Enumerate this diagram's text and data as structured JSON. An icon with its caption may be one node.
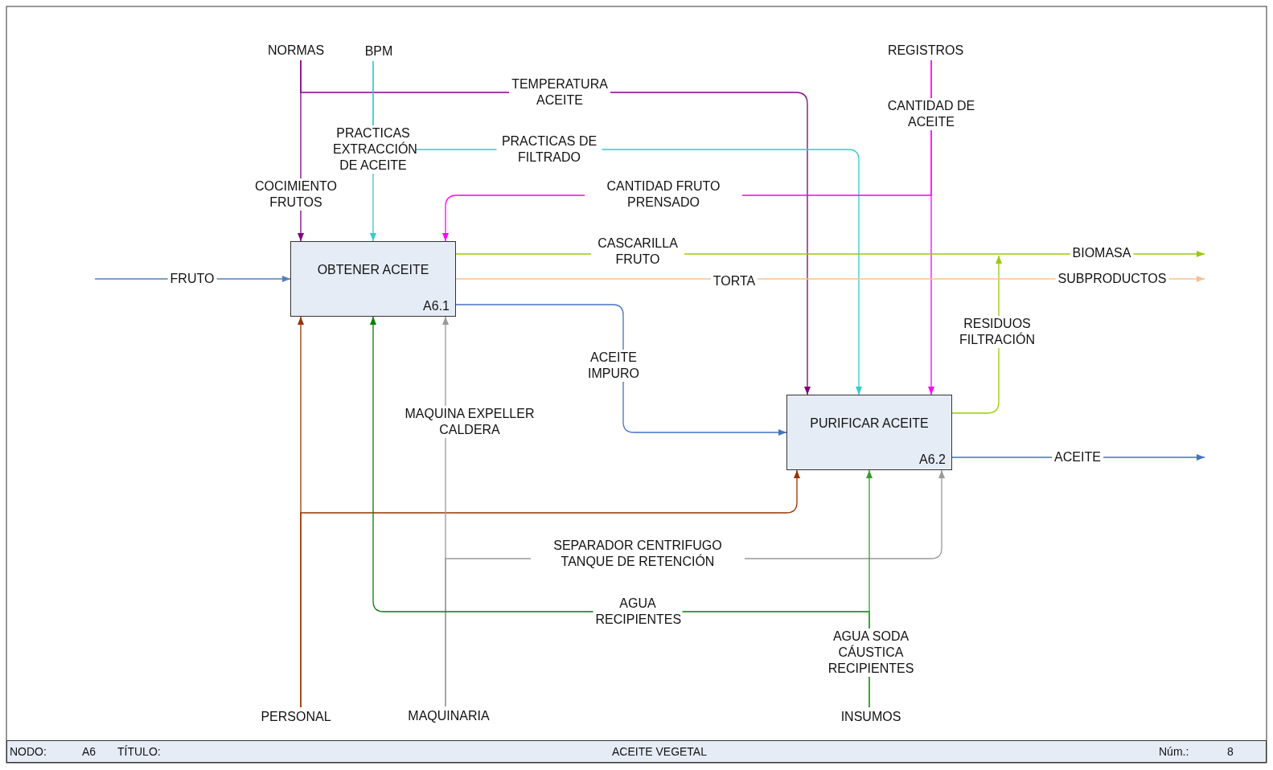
{
  "diagram": {
    "nodes": [
      {
        "text": [
          "OBTENER ACEITE",
          "A6.1"
        ]
      },
      {
        "text": [
          "PURIFICAR ACEITE",
          "A6.2"
        ]
      },
      {
        "text": [
          "NORMAS"
        ]
      },
      {
        "text": [
          "BPM"
        ]
      },
      {
        "text": [
          "REGISTROS"
        ]
      },
      {
        "text": [
          "PERSONAL"
        ]
      },
      {
        "text": [
          "MAQUINARIA"
        ]
      },
      {
        "text": [
          "INSUMOS"
        ]
      }
    ],
    "edges": [
      {
        "from": null,
        "to": 0,
        "arrow": "to",
        "label": "FRUTO",
        "color": "#4f81bd"
      },
      {
        "from": 2,
        "to": 0,
        "arrow": "to",
        "label": "COCIMIENTO FRUTOS",
        "color": "#7f007f"
      },
      {
        "from": 2,
        "to": 1,
        "arrow": "to",
        "label": "TEMPERATURA ACEITE",
        "color": "#7f007f"
      },
      {
        "from": 3,
        "to": 0,
        "arrow": "to",
        "label": "PRACTICAS EXTRACCIÓN DE ACEITE",
        "color": "#33cccc"
      },
      {
        "from": 3,
        "to": 1,
        "arrow": "to",
        "label": "PRACTICAS DE FILTRADO",
        "color": "#33cccc"
      },
      {
        "from": 4,
        "to": 0,
        "arrow": "to",
        "label": "CANTIDAD FRUTO PRENSADO",
        "color": "#ff00ff"
      },
      {
        "from": 4,
        "to": 1,
        "arrow": "to",
        "label": "CANTIDAD DE ACEITE",
        "color": "#ff00ff"
      },
      {
        "from": 0,
        "to": null,
        "arrow": "to",
        "label": "CASCARILLA FRUTO",
        "color": "#99cc00"
      },
      {
        "from": 1,
        "to": null,
        "arrow": "to",
        "label": "RESIDUOS FILTRACIÓN",
        "color": "#99cc00"
      },
      {
        "from": 0,
        "to": null,
        "arrow": "to",
        "label": "TORTA",
        "color": "#fac090"
      },
      {
        "from": 0,
        "to": 1,
        "arrow": "to",
        "label": "ACEITE IMPURO",
        "color": "#4472c4"
      },
      {
        "from": 1,
        "to": null,
        "arrow": "to",
        "label": "ACEITE",
        "color": "#4472c4"
      },
      {
        "from": 5,
        "to": 0,
        "arrow": "to",
        "color": "#993300"
      },
      {
        "from": 5,
        "to": 1,
        "arrow": "to",
        "color": "#993300"
      },
      {
        "from": 6,
        "to": 0,
        "arrow": "to",
        "label": "MAQUINA EXPELLER CALDERA",
        "color": "#999999"
      },
      {
        "from": 6,
        "to": 1,
        "arrow": "to",
        "label": "SEPARADOR CENTRIFUGO TANQUE DE RETENCIÓN",
        "color": "#999999"
      },
      {
        "from": 7,
        "to": 0,
        "arrow": "to",
        "label": "AGUA RECIPIENTES",
        "color": "#008000"
      },
      {
        "from": 7,
        "to": 1,
        "arrow": "to",
        "label": "AGUA SODA CÁUSTICA RECIPIENTES",
        "color": "#33a02c"
      }
    ],
    "labels": [
      "BIOMASA",
      "SUBPRODUCTOS",
      "NODO:",
      "A6",
      "TÍTULO:",
      "ACEITE VEGETAL",
      "Núm.:",
      "8"
    ]
  }
}
